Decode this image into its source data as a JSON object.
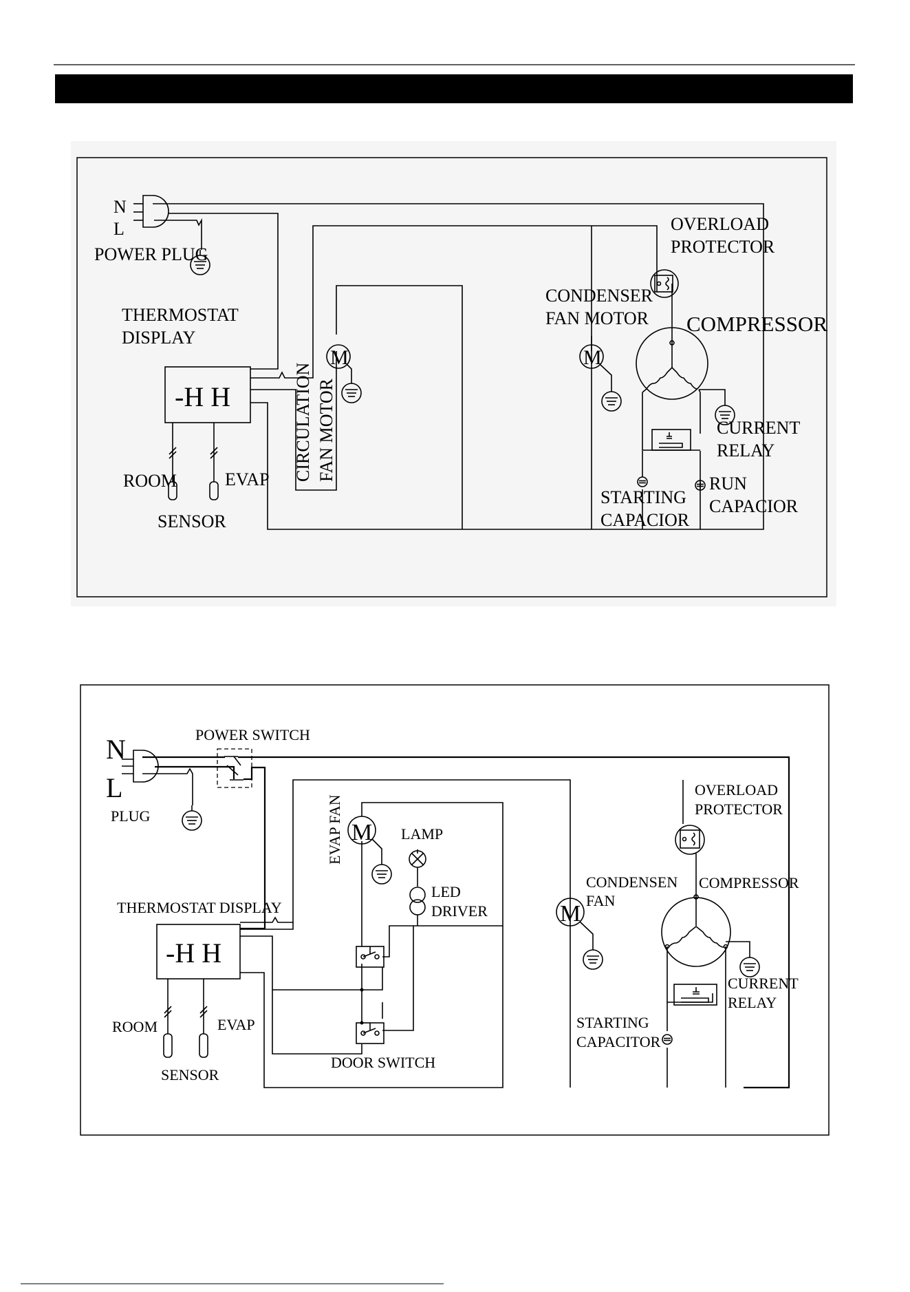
{
  "diagram1": {
    "labels": {
      "n": "N",
      "l": "L",
      "power_plug": "POWER PLUG",
      "thermostat_line1": "THERMOSTAT",
      "thermostat_line2": "DISPLAY",
      "display_readout": "-H H",
      "circulation_line1": "CIRCULATION",
      "circulation_line2": "FAN MOTOR",
      "motor_symbol": "M",
      "condenser_line1": "CONDENSER",
      "condenser_line2": "FAN MOTOR",
      "overload_line1": "OVERLOAD",
      "overload_line2": "PROTECTOR",
      "compressor": "COMPRESSOR",
      "current_line1": "CURRENT",
      "current_line2": "RELAY",
      "room": "ROOM",
      "evap": "EVAP",
      "sensor": "SENSOR",
      "starting_line1": "STARTING",
      "starting_line2": "CAPACIOR",
      "run_line1": "RUN",
      "run_line2": "CAPACIOR"
    }
  },
  "diagram2": {
    "labels": {
      "n": "N",
      "l": "L",
      "power_switch": "POWER SWITCH",
      "plug": "PLUG",
      "evap_fan": "EVAP FAN",
      "motor_symbol": "M",
      "lamp": "LAMP",
      "led_line1": "LED",
      "led_line2": "DRIVER",
      "thermostat_display": "THERMOSTAT DISPLAY",
      "display_readout": "-H H",
      "door_switch": "DOOR SWITCH",
      "condensen_line1": "CONDENSEN",
      "condensen_line2": "FAN",
      "overload_line1": "OVERLOAD",
      "overload_line2": "PROTECTOR",
      "compressor": "COMPRESSOR",
      "current_line1": "CURRENT",
      "current_line2": "RELAY",
      "starting_line1": "STARTING",
      "starting_line2": "CAPACITOR",
      "room": "ROOM",
      "evap": "EVAP",
      "sensor": "SENSOR"
    }
  }
}
